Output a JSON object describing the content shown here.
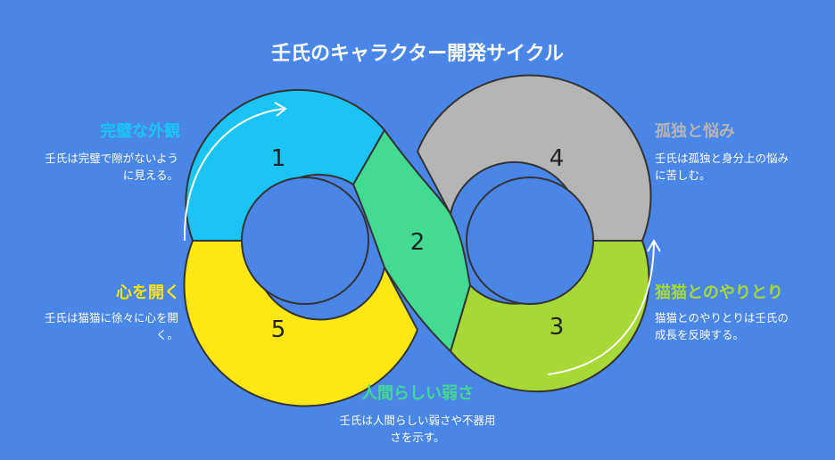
{
  "title": "壬氏のキャラクター開発サイクル",
  "stages": [
    {
      "number": "1",
      "heading": "完璧な外観",
      "description": "壬氏は完璧で隙がないように見える。",
      "color": "#1AC4F7"
    },
    {
      "number": "2",
      "heading": "人間らしい弱さ",
      "description": "壬氏は人間らしい弱さや不器用さを示す。",
      "color": "#42DB91"
    },
    {
      "number": "3",
      "heading": "猫猫とのやりとり",
      "description": "猫猫とのやりとりは壬氏の成長を反映する。",
      "color": "#A6D936"
    },
    {
      "number": "4",
      "heading": "孤独と悩み",
      "description": "壬氏は孤独と身分上の悩みに苦しむ。",
      "color": "#B5B5B5"
    },
    {
      "number": "5",
      "heading": "心を開く",
      "description": "壬氏は猫猫に徐々に心を開く。",
      "color": "#FFE713"
    }
  ],
  "colors": {
    "background": "#4A86E8",
    "outline": "#333333",
    "arrow": "#FFFFFF"
  }
}
